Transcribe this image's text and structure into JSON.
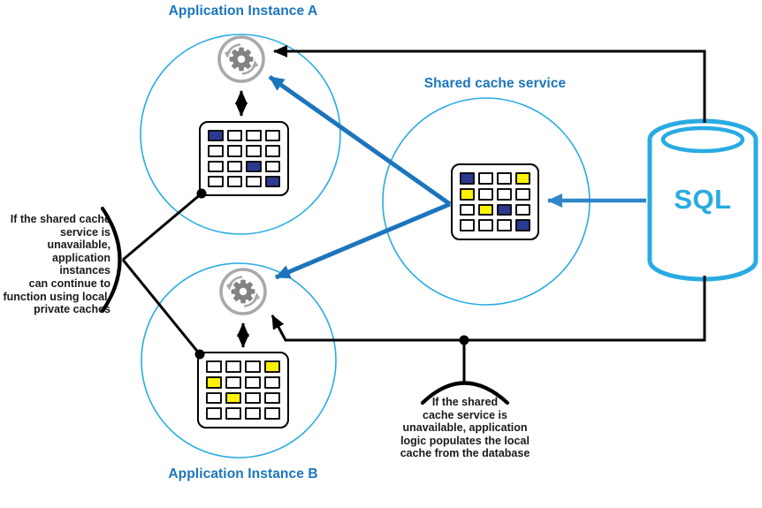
{
  "colors": {
    "label_blue": "#1B75BC",
    "circle_stroke": "#29ABE2",
    "sql_stroke": "#29ABE2",
    "arrow_blue": "#1C75BC",
    "arrow_blue_light": "#2E86C8",
    "line_black": "#000000",
    "gear_gray": "#808285",
    "gear_ring_gray": "#A7A9AC",
    "cell_navy": "#2B3990",
    "cell_yellow": "#FFF200",
    "cell_white": "#FFFFFF"
  },
  "nodes": {
    "instance_a": {
      "label": "Application Instance A"
    },
    "instance_b": {
      "label": "Application Instance B"
    },
    "shared_cache": {
      "label": "Shared cache service"
    },
    "database": {
      "label": "SQL"
    }
  },
  "grids": {
    "instance_a": {
      "rows": 4,
      "cols": 4,
      "cells": [
        [
          "navy",
          "white",
          "white",
          "white"
        ],
        [
          "white",
          "white",
          "white",
          "white"
        ],
        [
          "white",
          "white",
          "navy",
          "white"
        ],
        [
          "white",
          "white",
          "white",
          "navy"
        ]
      ]
    },
    "shared": {
      "rows": 4,
      "cols": 4,
      "cells": [
        [
          "navy",
          "white",
          "white",
          "yellow"
        ],
        [
          "yellow",
          "white",
          "white",
          "white"
        ],
        [
          "white",
          "yellow",
          "navy",
          "white"
        ],
        [
          "white",
          "white",
          "white",
          "navy"
        ]
      ]
    },
    "instance_b": {
      "rows": 4,
      "cols": 4,
      "cells": [
        [
          "white",
          "white",
          "white",
          "yellow"
        ],
        [
          "yellow",
          "white",
          "white",
          "white"
        ],
        [
          "white",
          "yellow",
          "white",
          "white"
        ],
        [
          "white",
          "white",
          "white",
          "white"
        ]
      ]
    }
  },
  "annotations": {
    "left_note": "If the shared cache\nservice is unavailable,\napplication instances\ncan continue to\nfunction using local,\nprivate caches",
    "bottom_note": "If the shared\ncache service is\nunavailable, application\nlogic populates the local\ncache from the database"
  }
}
